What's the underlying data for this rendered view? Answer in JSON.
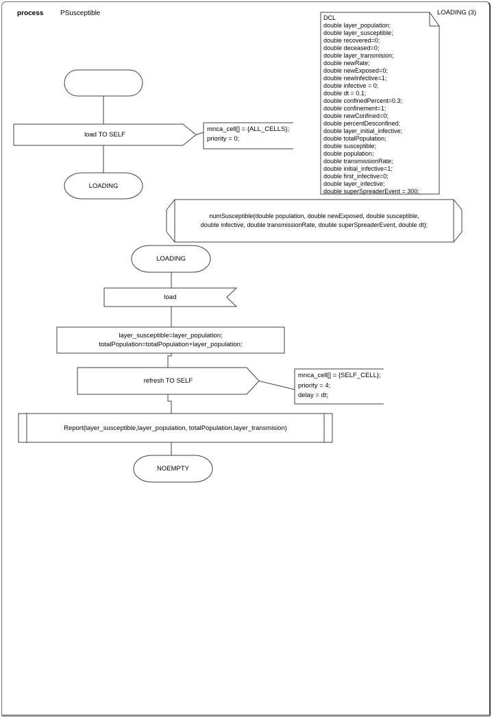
{
  "header": {
    "type_label": "process",
    "name": "PSusceptible"
  },
  "corner_label": "LOADING (3)",
  "dcl": {
    "text": "DCL\ndouble layer_population;\ndouble layer_susceptible;\ndouble recovered=0;\ndouble deceased=0;\ndouble layer_transmision;\ndouble newRate;\ndouble newExposed=0;\ndouble newInfective=1;\ndouble infective = 0;\ndouble dt = 0.1;\ndouble confinedPercent=0.3;\ndouble confinement=1;\ndouble newConfined=0;\ndouble percentDesconfined;\ndouble layer_initial_infective;\ndouble totalPopulation;\ndouble susceptible;\ndouble population;\ndouble transmissionRate;\ndouble initial_infective=1;\ndouble first_infective=0;\ndouble layer_infective;\ndouble superSpreaderEvent = 300;"
  },
  "procedure_decl": {
    "text": "numSusceptible(double population, double newExposed, double susceptible,\ndouble infective, double transmissionRate, double superSpreaderEvent, double dt);"
  },
  "flow1": {
    "output_label": "load TO SELF",
    "comment": "mnca_cell[] = {ALL_CELLS};\npriority = 0;",
    "state_label": "LOADING"
  },
  "flow2": {
    "state_label": "LOADING",
    "input_label": "load",
    "task_text": "layer_susceptible=layer_population;\ntotalPopulation=totalPopulation+layer_population;",
    "output_label": "refresh TO SELF",
    "comment": "mnca_cell[] = {SELF_CELL};\npriority = 4;\ndelay = dt;",
    "call_label": "Report(layer_susceptible,layer_population, totalPopulation,layer_transmision)",
    "end_state_label": "NOEMPTY"
  },
  "colors": {
    "line": "#3f3f3f",
    "background": "#ffffff",
    "frame": "#6f6f6f"
  }
}
